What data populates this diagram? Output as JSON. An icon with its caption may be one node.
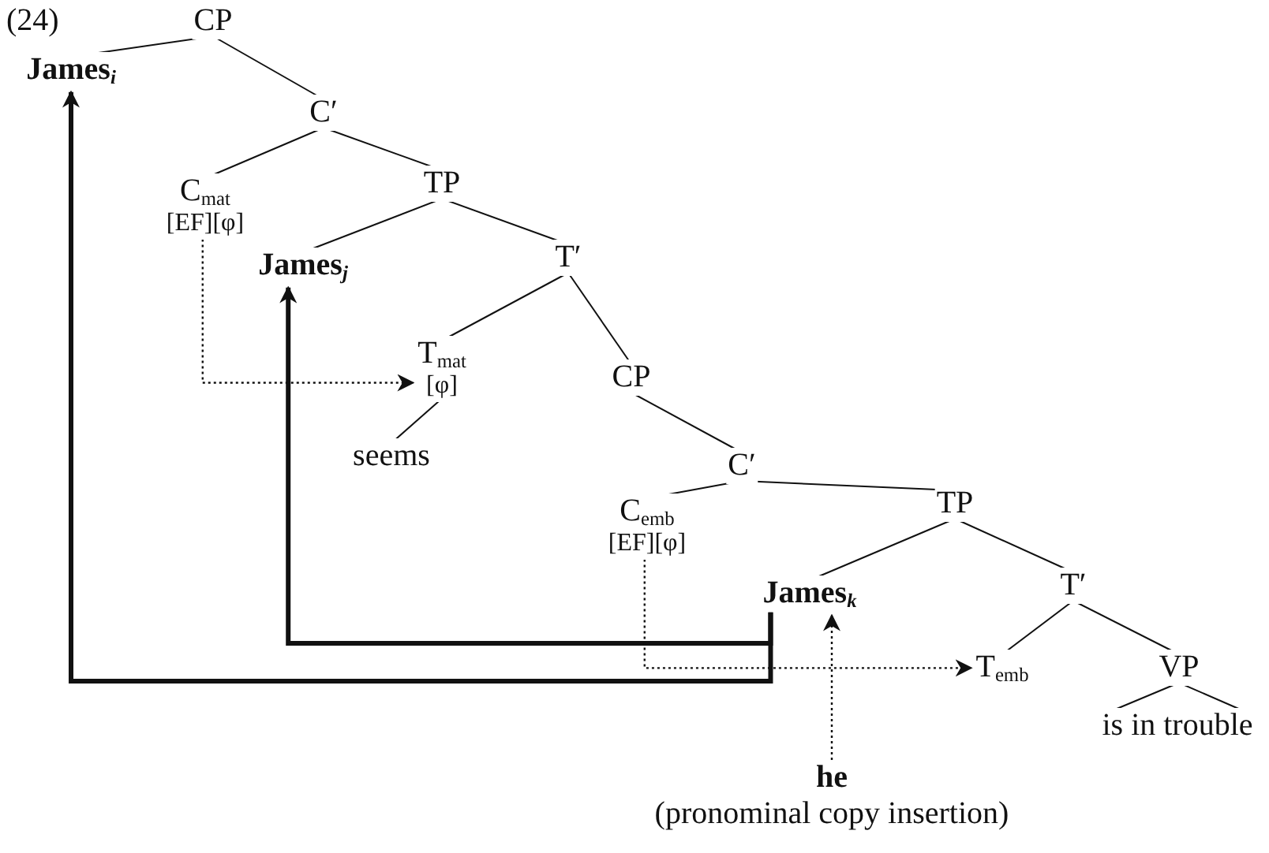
{
  "diagram": {
    "nodes": [
      {
        "text": [
          "CP"
        ]
      },
      {
        "text": [
          "James$_{i}$"
        ]
      },
      {
        "text": [
          "C′"
        ]
      },
      {
        "text": [
          "C$_{mat}$",
          "[EF][φ]"
        ]
      },
      {
        "text": [
          "TP"
        ]
      },
      {
        "text": [
          "James$_{j}$"
        ]
      },
      {
        "text": [
          "T′"
        ]
      },
      {
        "text": [
          "T$_{mat}$",
          "[φ]"
        ]
      },
      {
        "text": [
          "CP"
        ]
      },
      {
        "text": [
          "seems"
        ]
      },
      {
        "text": [
          "C′"
        ]
      },
      {
        "text": [
          "C$_{emb}$",
          "[EF][φ]"
        ]
      },
      {
        "text": [
          "TP"
        ]
      },
      {
        "text": [
          "James$_{k}$"
        ]
      },
      {
        "text": [
          "T′"
        ]
      },
      {
        "text": [
          "T$_{emb}$"
        ]
      },
      {
        "text": [
          "VP"
        ]
      },
      {
        "text": [
          "is in trouble"
        ]
      },
      {
        "text": [
          "he",
          "(pronominal copy insertion)"
        ]
      }
    ],
    "edges": [
      {
        "from": 0,
        "to": 1,
        "arrow": "none"
      },
      {
        "from": 0,
        "to": 2,
        "arrow": "none"
      },
      {
        "from": 2,
        "to": 3,
        "arrow": "none"
      },
      {
        "from": 2,
        "to": 4,
        "arrow": "none"
      },
      {
        "from": 4,
        "to": 5,
        "arrow": "none"
      },
      {
        "from": 4,
        "to": 6,
        "arrow": "none"
      },
      {
        "from": 6,
        "to": 7,
        "arrow": "none"
      },
      {
        "from": 6,
        "to": 8,
        "arrow": "none"
      },
      {
        "from": 7,
        "to": 9,
        "arrow": "none"
      },
      {
        "from": 8,
        "to": 10,
        "arrow": "none"
      },
      {
        "from": 10,
        "to": 11,
        "arrow": "none"
      },
      {
        "from": 10,
        "to": 12,
        "arrow": "none"
      },
      {
        "from": 12,
        "to": 13,
        "arrow": "none"
      },
      {
        "from": 12,
        "to": 14,
        "arrow": "none"
      },
      {
        "from": 14,
        "to": 15,
        "arrow": "none"
      },
      {
        "from": 14,
        "to": 16,
        "arrow": "none"
      },
      {
        "from": 16,
        "to": 17,
        "arrow": "none"
      },
      {
        "from": 13,
        "to": 1,
        "arrow": "to",
        "style": "thick"
      },
      {
        "from": 13,
        "to": 5,
        "arrow": "to",
        "style": "thick"
      },
      {
        "from": 3,
        "to": 7,
        "arrow": "to",
        "style": "dashed"
      },
      {
        "from": 11,
        "to": 15,
        "arrow": "to",
        "style": "dashed"
      },
      {
        "from": 18,
        "to": 13,
        "arrow": "to",
        "style": "dashed"
      }
    ],
    "labels": [
      "(24)"
    ]
  }
}
